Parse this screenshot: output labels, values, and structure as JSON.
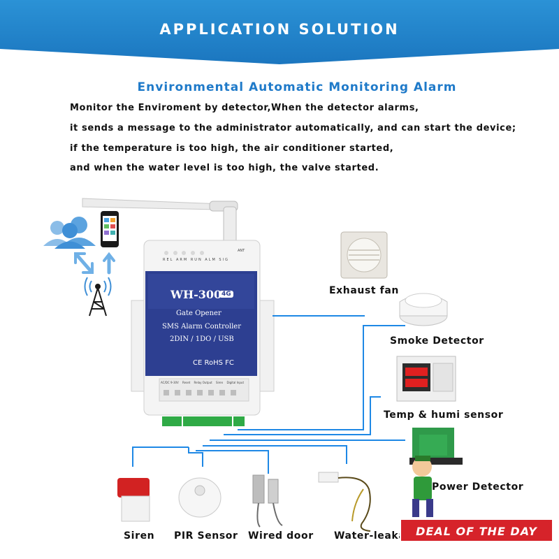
{
  "header": {
    "title": "APPLICATION SOLUTION"
  },
  "section": {
    "title": "Environmental Automatic Monitoring Alarm",
    "lines": [
      "Monitor the Enviroment by detector,When the detector alarms,",
      "it sends a message to the administrator automatically, and can start the device;",
      "if the temperature is too high, the air conditioner started,",
      "and when the water level is too high, the valve started."
    ]
  },
  "device": {
    "model": "WH-300",
    "band": "4G",
    "line1": "Gate Opener",
    "line2": "SMS Alarm Controller",
    "line3": "2DIN / 1DO / USB",
    "certs": "CE RoHS FC",
    "antenna_label": "ANT",
    "leds": [
      "REL",
      "ARM",
      "RUN",
      "ALM",
      "SIG"
    ],
    "terminal_labels": [
      "AC/DC 9-30V",
      "Reset",
      "Relay Output",
      "Siren",
      "Digital Input"
    ]
  },
  "outputs": [
    {
      "name": "exhaust-fan",
      "label": "Exhaust fan"
    },
    {
      "name": "smoke-detector",
      "label": "Smoke Detector"
    },
    {
      "name": "temp-humi-sensor",
      "label": "Temp & humi sensor"
    },
    {
      "name": "power-detector",
      "label": "Power Detector"
    }
  ],
  "inputs": [
    {
      "name": "siren",
      "label": "Siren"
    },
    {
      "name": "pir-sensor",
      "label": "PIR Sensor"
    },
    {
      "name": "wired-door",
      "label": "Wired door"
    },
    {
      "name": "water-leakage",
      "label": "Water-leakage Sensor"
    }
  ],
  "badge": {
    "text": "DEAL OF THE DAY"
  },
  "colors": {
    "header_blue": "#1b76bf",
    "title_blue": "#1f7ac9",
    "device_panel": "#2d3f91",
    "wire_blue": "#1e88e5",
    "badge_red": "#d6232a"
  }
}
